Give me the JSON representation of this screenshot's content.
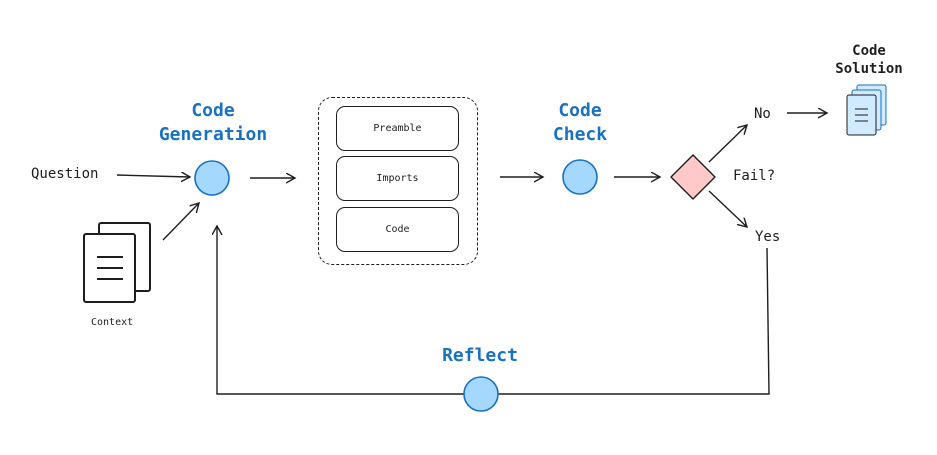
{
  "nodes": {
    "code_generation": {
      "line1": "Code",
      "line2": "Generation"
    },
    "code_check": {
      "line1": "Code",
      "line2": "Check"
    },
    "reflect": "Reflect",
    "code_solution": {
      "line1": "Code",
      "line2": "Solution"
    }
  },
  "inputs": {
    "question": "Question",
    "context": "Context"
  },
  "output_blocks": [
    "Preamble",
    "Imports",
    "Code"
  ],
  "decision": {
    "label": "Fail?",
    "no": "No",
    "yes": "Yes"
  },
  "colors": {
    "node_fill": "#a5d8ff",
    "node_stroke": "#1971c2",
    "label_text": "#1971c2",
    "decision_fill": "#ffc9c9",
    "solution_fill": "#d0ebff",
    "stroke": "#1e1e1e"
  }
}
